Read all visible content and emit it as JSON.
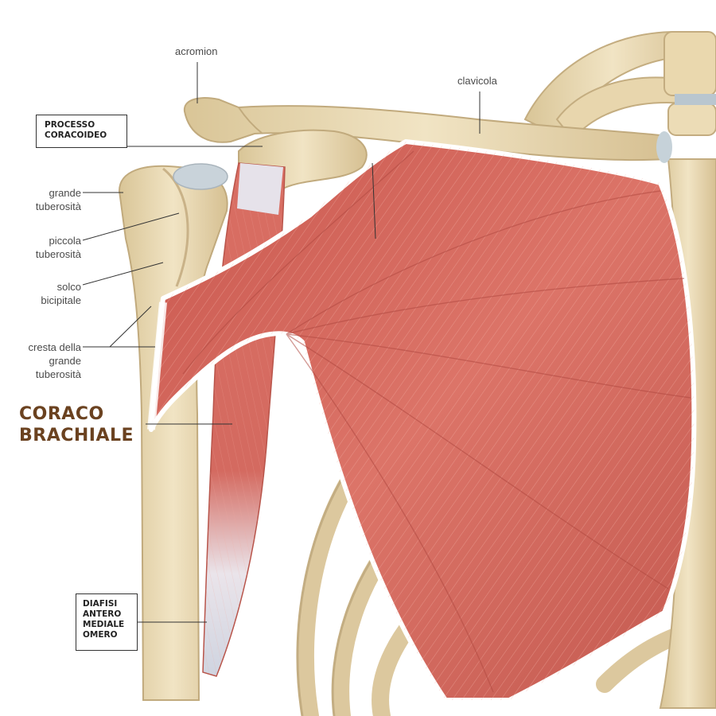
{
  "labels": {
    "acromion": "acromion",
    "clavicola": "clavicola",
    "processo": [
      "PROCESSO",
      "CORACOIDEO"
    ],
    "grande_tuberosita": [
      "grande",
      "tuberosità"
    ],
    "piccola_tuberosita": [
      "piccola",
      "tuberosità"
    ],
    "solco_bicipitale": [
      "solco",
      "bicipitale"
    ],
    "cresta": [
      "cresta della",
      "grande",
      "tuberosità"
    ],
    "coraco_brachiale": [
      "CORACO",
      "BRACHIALE"
    ],
    "diafisi": [
      "DIAFISI",
      "ANTERO",
      "MEDIALE",
      "OMERO"
    ]
  },
  "colors": {
    "bone": "#ead9b3",
    "bone_shadow": "#cbb58a",
    "muscle": "#d4675c",
    "muscle_dark": "#b24a42",
    "tendon": "#f3eeee",
    "title_brown": "#6b4220"
  }
}
